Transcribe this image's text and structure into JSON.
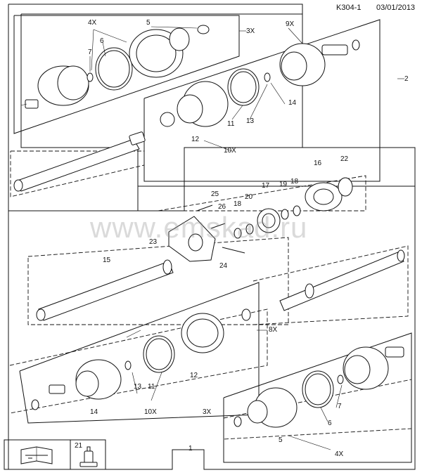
{
  "header": {
    "code": "K304-1",
    "date": "03/01/2013"
  },
  "watermark": "www.emskad.ru",
  "labels": {
    "top_assembly": {
      "qty_4x": "4X",
      "n5": "5",
      "n6": "6",
      "n7": "7",
      "qty_3x": "3X",
      "qty_9x": "9X",
      "n2": "2",
      "n14": "14",
      "n11": "11",
      "n13": "13",
      "n12": "12",
      "qty_10x": "10X"
    },
    "middle": {
      "n25": "25",
      "n26": "26",
      "n16": "16",
      "n22": "22",
      "n17": "17",
      "n19": "19",
      "n18a": "18",
      "n20": "20",
      "n18b": "18",
      "n23": "23",
      "n24": "24",
      "n15": "15",
      "qty_8x": "8X"
    },
    "bottom_assembly": {
      "n12": "12",
      "n13": "13",
      "n11": "11",
      "n14": "14",
      "qty_10x": "10X",
      "qty_3x": "3X",
      "n7": "7",
      "n6": "6",
      "n5": "5",
      "qty_4x": "4X",
      "n1": "1"
    },
    "legend": {
      "n21": "21"
    }
  },
  "icons": {
    "legend_manual": "book-wrench-icon",
    "legend_grease": "grease-tube-icon"
  }
}
